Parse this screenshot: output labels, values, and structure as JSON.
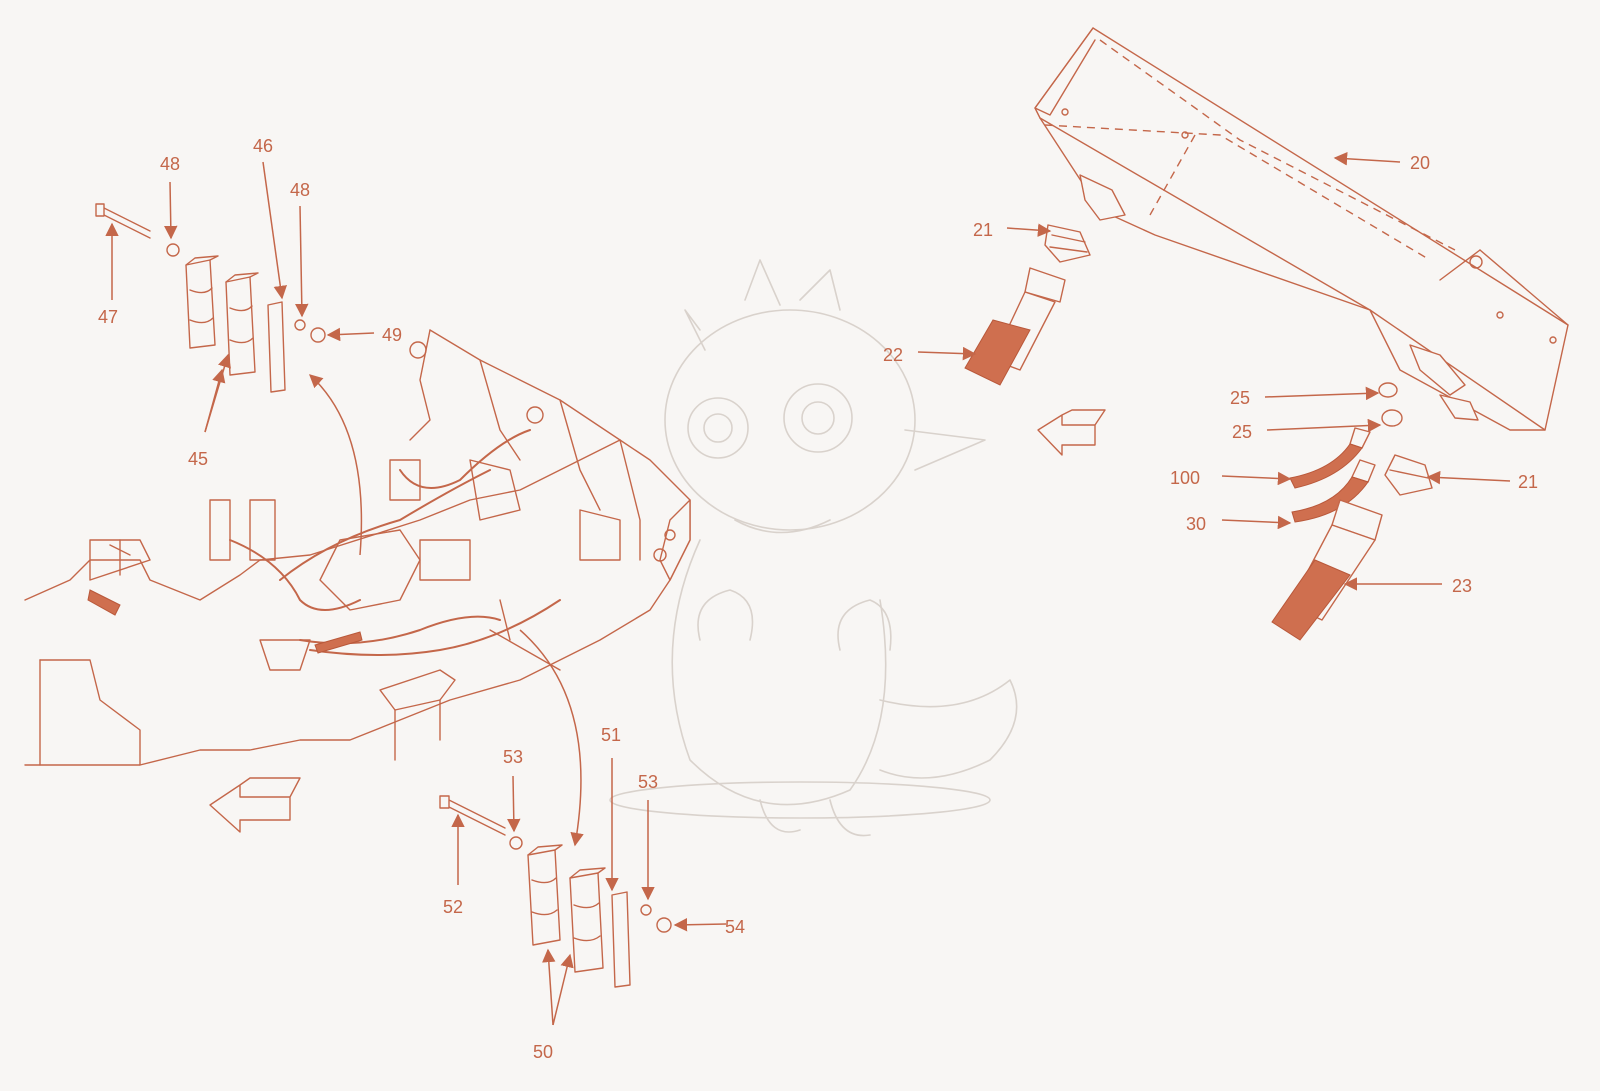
{
  "colors": {
    "line": "#c4674a",
    "hose_fill": "#cf6f4f",
    "background": "#f8f6f4",
    "watermark": "#d9d2cc"
  },
  "watermark": {
    "name": "baby-dragon-sketch"
  },
  "callouts": [
    {
      "id": "c20",
      "text": "20"
    },
    {
      "id": "c21a",
      "text": "21"
    },
    {
      "id": "c22",
      "text": "22"
    },
    {
      "id": "c25a",
      "text": "25"
    },
    {
      "id": "c25b",
      "text": "25"
    },
    {
      "id": "c100",
      "text": "100"
    },
    {
      "id": "c21b",
      "text": "21"
    },
    {
      "id": "c30",
      "text": "30"
    },
    {
      "id": "c23",
      "text": "23"
    },
    {
      "id": "c48a",
      "text": "48"
    },
    {
      "id": "c46",
      "text": "46"
    },
    {
      "id": "c48b",
      "text": "48"
    },
    {
      "id": "c47",
      "text": "47"
    },
    {
      "id": "c49",
      "text": "49"
    },
    {
      "id": "c45",
      "text": "45"
    },
    {
      "id": "c51",
      "text": "51"
    },
    {
      "id": "c53a",
      "text": "53"
    },
    {
      "id": "c53b",
      "text": "53"
    },
    {
      "id": "c52",
      "text": "52"
    },
    {
      "id": "c54",
      "text": "54"
    },
    {
      "id": "c50",
      "text": "50"
    }
  ]
}
